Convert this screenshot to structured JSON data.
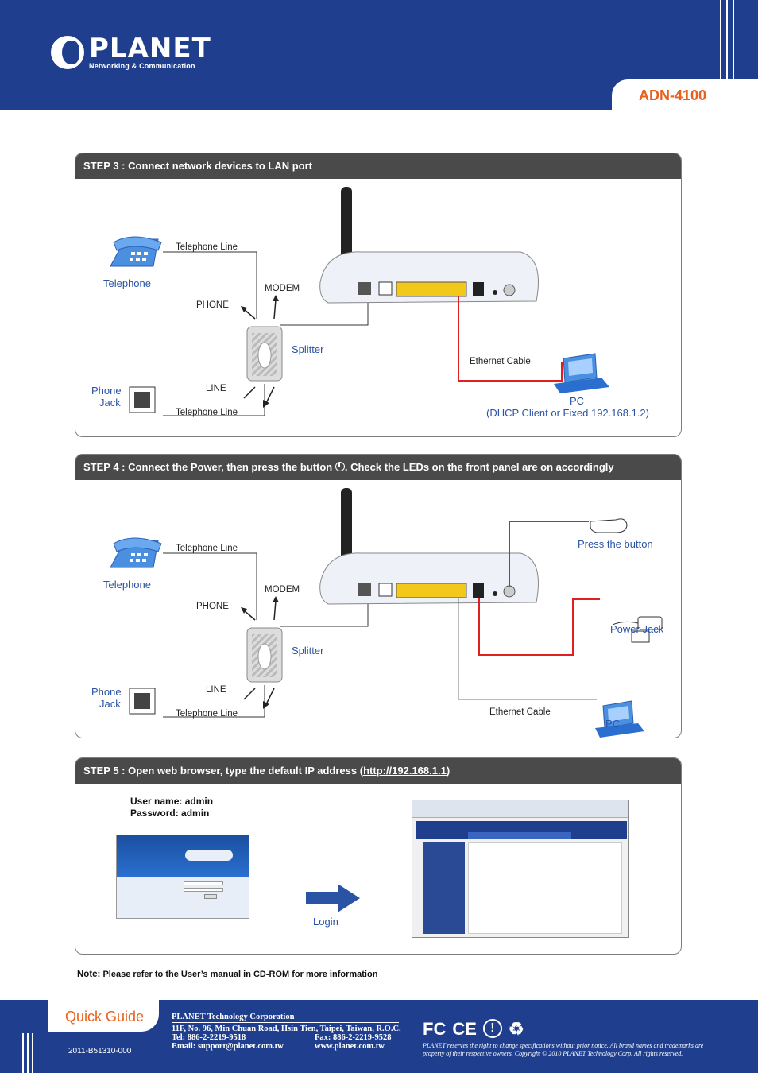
{
  "header": {
    "brand": "PLANET",
    "tagline": "Networking & Communication",
    "model": "ADN-4100"
  },
  "step3": {
    "title": "STEP 3 : Connect network devices to LAN port",
    "telephone_line_top": "Telephone Line",
    "telephone": "Telephone",
    "phone": "PHONE",
    "modem": "MODEM",
    "splitter": "Splitter",
    "line": "LINE",
    "phone_jack_1": "Phone",
    "phone_jack_2": "Jack",
    "telephone_line_bottom": "Telephone Line",
    "ethernet_cable": "Ethernet Cable",
    "pc": "PC",
    "pc_note": "(DHCP Client or Fixed 192.168.1.2)"
  },
  "step4": {
    "title_a": "STEP 4 : Connect the Power, then press the button ",
    "title_b": ". Check the LEDs on the front panel are on accordingly",
    "telephone_line_top": "Telephone Line",
    "telephone": "Telephone",
    "phone": "PHONE",
    "modem": "MODEM",
    "splitter": "Splitter",
    "line": "LINE",
    "phone_jack_1": "Phone",
    "phone_jack_2": "Jack",
    "telephone_line_bottom": "Telephone Line",
    "press_button": "Press the button",
    "power_jack": "Power Jack",
    "ethernet_cable": "Ethernet Cable",
    "pc": "PC"
  },
  "step5": {
    "title_a": "STEP 5 : Open web browser, type the default IP address (",
    "title_link": "http://192.168.1.1",
    "title_b": ")",
    "username": "User name: admin",
    "password": "Password: admin",
    "login": "Login"
  },
  "note": {
    "label": "Note:",
    "text": "Please refer to the User’s manual in CD-ROM for more information"
  },
  "footer": {
    "quick_guide": "Quick Guide",
    "doc_id": "2011-B51310-000",
    "corp_name": "PLANET Technology Corporation",
    "address": "11F, No. 96, Min Chuan Road, Hsin Tien, Taipei, Taiwan, R.O.C.",
    "tel": "Tel: 886-2-2219-9518",
    "fax": "Fax: 886-2-2219-9528",
    "email": "Email: support@planet.com.tw",
    "web": "www.planet.com.tw",
    "disclaimer": "PLANET reserves the right to change specifications without prior notice.  All brand names and trademarks are property of their respective owners. Copyright © 2010 PLANET Technology Corp.  All rights reserved."
  }
}
